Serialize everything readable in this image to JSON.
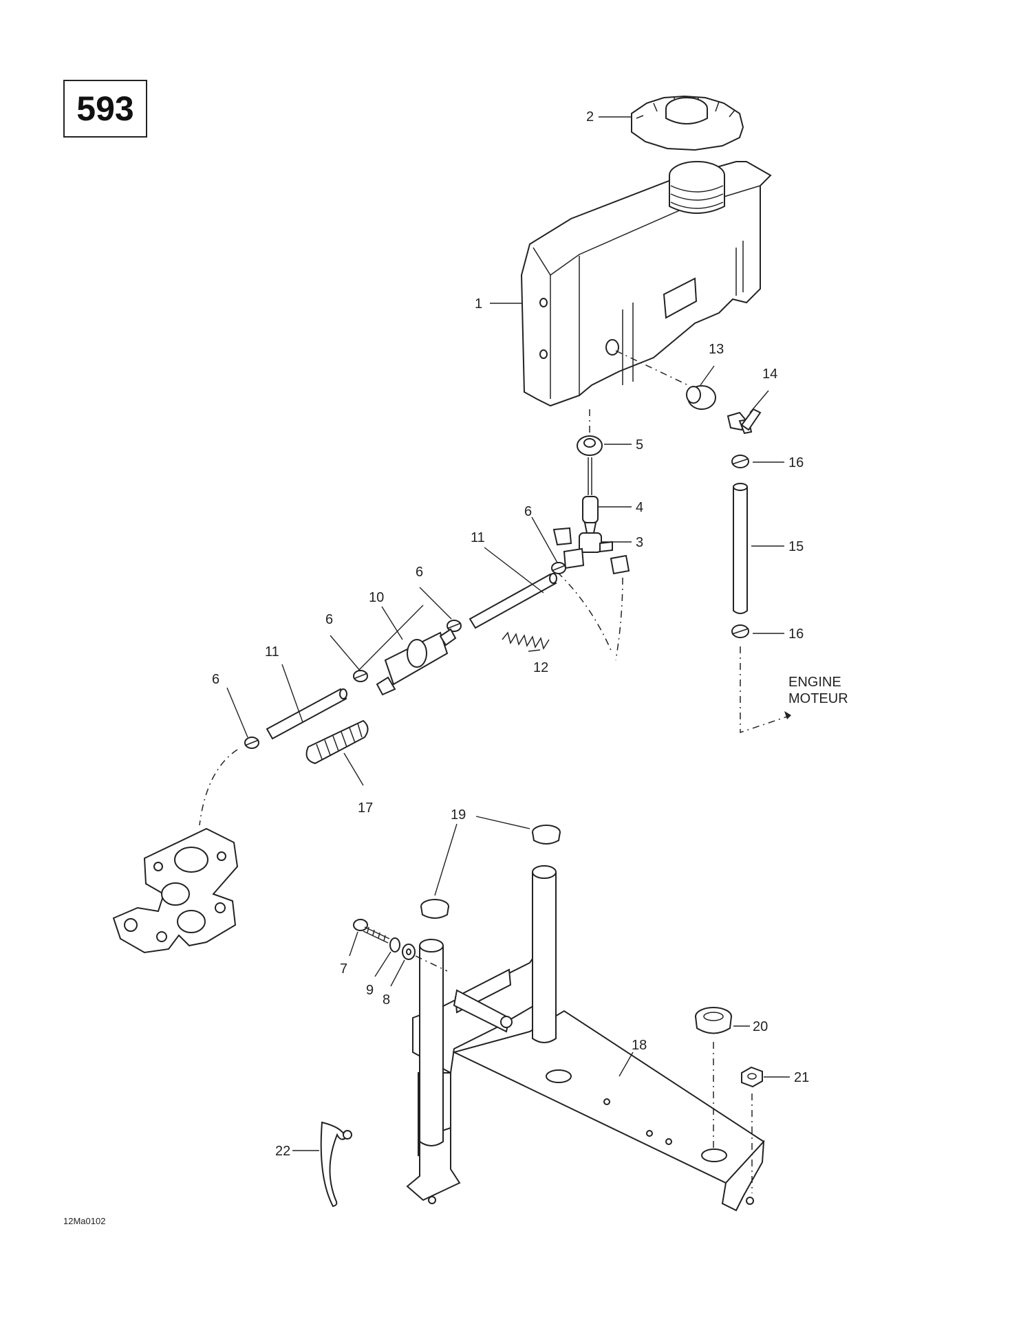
{
  "page_number": "593",
  "reference_code": "12Ma0102",
  "engine_label": {
    "line1": "ENGINE",
    "line2": "MOTEUR"
  },
  "callouts": {
    "c1": "1",
    "c2": "2",
    "c3": "3",
    "c4": "4",
    "c5": "5",
    "c6a": "6",
    "c6b": "6",
    "c6c": "6",
    "c6d": "6",
    "c7": "7",
    "c8": "8",
    "c9": "9",
    "c10": "10",
    "c11a": "11",
    "c11b": "11",
    "c12": "12",
    "c13": "13",
    "c14": "14",
    "c15": "15",
    "c16a": "16",
    "c16b": "16",
    "c17": "17",
    "c18": "18",
    "c19": "19",
    "c20": "20",
    "c21": "21",
    "c22": "22"
  }
}
